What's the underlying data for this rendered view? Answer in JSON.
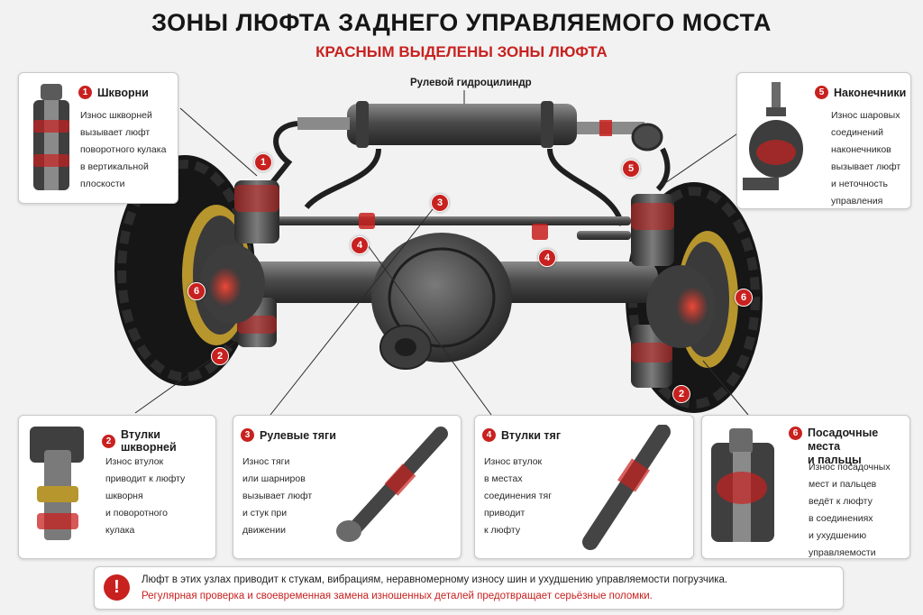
{
  "header": {
    "title": "ЗОНЫ ЛЮФТА ЗАДНЕГО УПРАВЛЯЕМОГО МОСТА",
    "subtitle": "КРАСНЫМ ВЫДЕЛЕНЫ ЗОНЫ ЛЮФТА"
  },
  "diagram": {
    "cylinder_label": "Рулевой гидроцилиндр",
    "markers": [
      "1",
      "2",
      "3",
      "4",
      "5",
      "6"
    ]
  },
  "cards": [
    {
      "num": "1",
      "title": "Шкворни",
      "lines": [
        "Износ шкворней",
        "вызывает люфт",
        "поворотного кулака",
        "в вертикальной",
        "плоскости"
      ]
    },
    {
      "num": "5",
      "title": "Наконечники",
      "lines": [
        "Износ шаровых",
        "соединений",
        "наконечников",
        "вызывает люфт",
        "и неточность",
        "управления"
      ]
    },
    {
      "num": "2",
      "title": "Втулки шкворней",
      "lines": [
        "Износ втулок",
        "приводит к люфту",
        "шкворня",
        "и поворотного",
        "кулака"
      ]
    },
    {
      "num": "3",
      "title": "Рулевые тяги",
      "lines": [
        "Износ тяги",
        "или шарниров",
        "вызывает люфт",
        "и стук при",
        "движении"
      ]
    },
    {
      "num": "4",
      "title": "Втулки тяг",
      "lines": [
        "Износ втулок",
        "в местах",
        "соединения тяг",
        "приводит",
        "к люфту"
      ]
    },
    {
      "num": "6",
      "title_lines": [
        "Посадочные места",
        "и пальцы"
      ],
      "lines": [
        "Износ посадочных",
        "мест и пальцев",
        "ведёт к люфту",
        "в соединениях",
        "и ухудшению",
        "управляемости"
      ]
    }
  ],
  "footer": {
    "icon": "exclamation-icon",
    "line1": "Люфт в этих узлах приводит к стукам, вибрациям, неравномерному износу шин и ухудшению управляемости погрузчика.",
    "line2": "Регулярная проверка и своевременная замена изношенных деталей предотвращает серьёзные поломки."
  },
  "colors": {
    "accent": "#c8211f",
    "metal": "#4a4a4a",
    "tire": "#1c1c1c",
    "rim": "#b8962e"
  }
}
